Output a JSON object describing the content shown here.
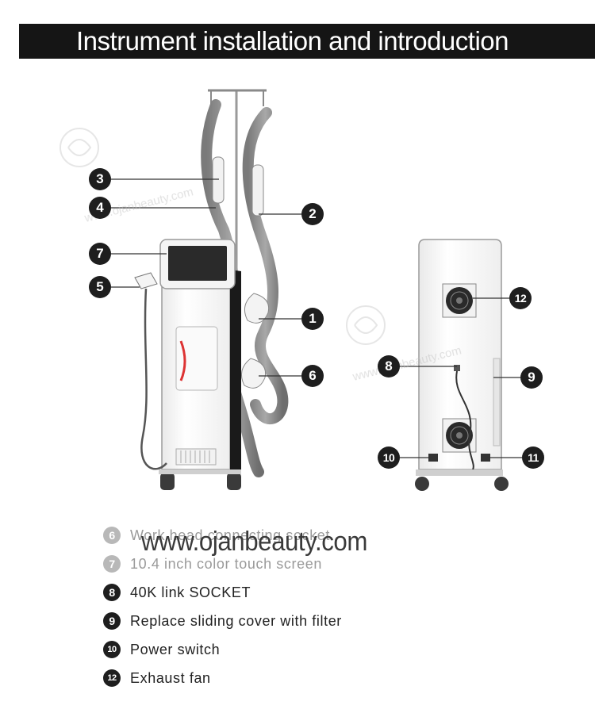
{
  "header": {
    "title": "Instrument installation and introduction"
  },
  "watermark": {
    "url": "www.ojanbeauty.com"
  },
  "callouts": {
    "front": [
      "3",
      "4",
      "2",
      "7",
      "5",
      "1",
      "6"
    ],
    "back": [
      "12",
      "8",
      "9",
      "10",
      "11"
    ]
  },
  "legend": [
    {
      "number": "6",
      "text": "Work head connecting socket"
    },
    {
      "number": "7",
      "text": "10.4 inch color touch screen"
    },
    {
      "number": "8",
      "text": "40K link SOCKET"
    },
    {
      "number": "9",
      "text": "Replace sliding cover with filter"
    },
    {
      "number": "10",
      "text": "Power switch"
    },
    {
      "number": "12",
      "text": "Exhaust fan"
    }
  ],
  "colors": {
    "banner": "#151515",
    "callout": "#1e1e1e",
    "background": "#ffffff"
  },
  "icons": {
    "logo": "ojan-logo-icon",
    "fan": "exhaust-fan-icon"
  }
}
